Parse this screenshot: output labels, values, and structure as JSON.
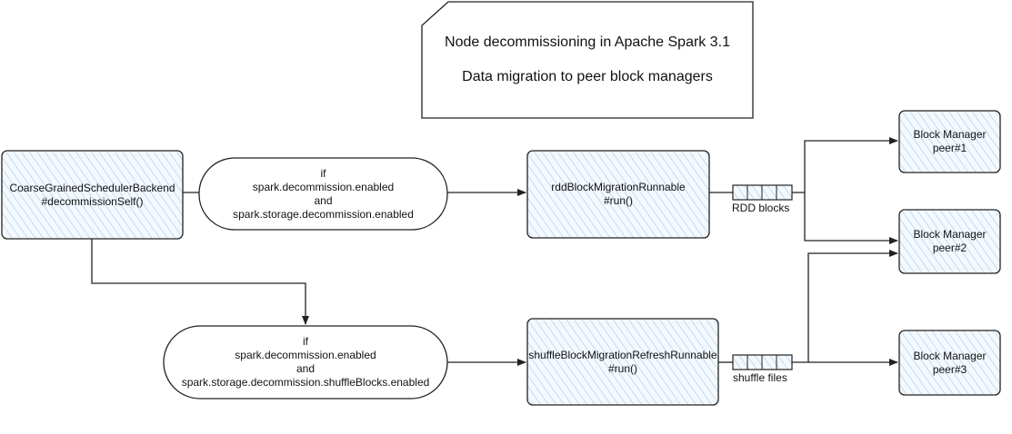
{
  "note": {
    "line1": "Node decommissioning in Apache Spark 3.1",
    "line2": "Data migration to peer block managers"
  },
  "backend": {
    "line1": "CoarseGrainedSchedulerBackend",
    "line2": "#decommissionSelf()"
  },
  "cond_rdd": {
    "if": "if",
    "opt1": "spark.decommission.enabled",
    "and": "and",
    "opt2": "spark.storage.decommission.enabled"
  },
  "cond_shuffle": {
    "if": "if",
    "opt1": "spark.decommission.enabled",
    "and": "and",
    "opt2": "spark.storage.decommission.shuffleBlocks.enabled"
  },
  "rdd_runnable": {
    "line1": "rddBlockMigrationRunnable",
    "line2": "#run()"
  },
  "shuffle_runnable": {
    "line1": "shuffleBlockMigrationRefreshRunnable",
    "line2": "#run()"
  },
  "queues": {
    "rdd_label": "RDD blocks",
    "shuffle_label": "shuffle files"
  },
  "peers": [
    {
      "line1": "Block Manager",
      "line2": "peer#1"
    },
    {
      "line1": "Block Manager",
      "line2": "peer#2"
    },
    {
      "line1": "Block Manager",
      "line2": "peer#3"
    }
  ],
  "colors": {
    "stroke": "#222222",
    "hatch": "#b8d4ee",
    "hatch_fill": "#f4f9fe"
  }
}
